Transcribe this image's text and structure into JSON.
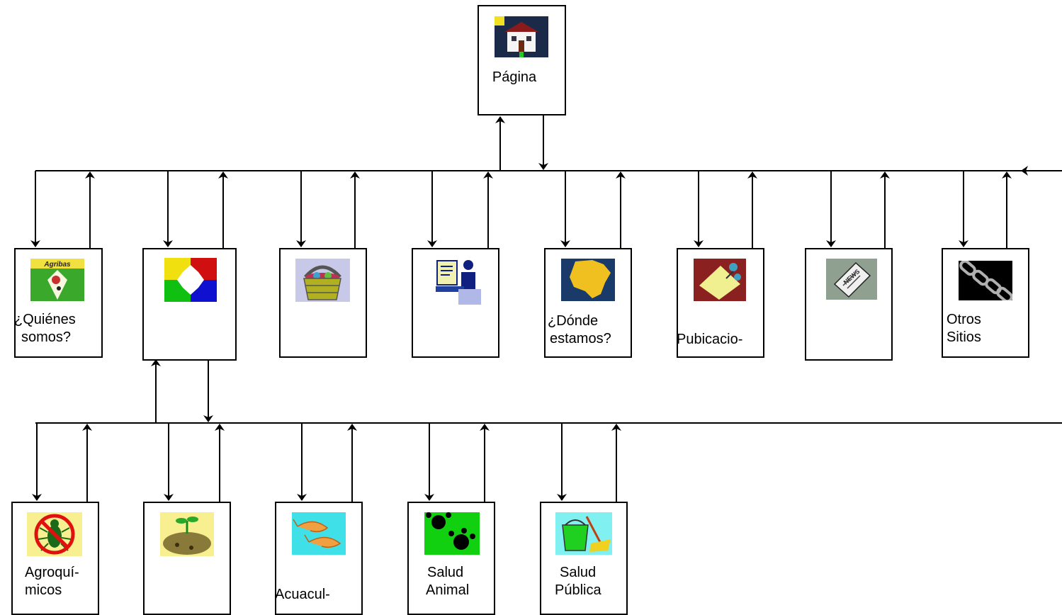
{
  "nodes": {
    "home": {
      "label": "Página",
      "icon": "house-icon"
    },
    "row1": [
      {
        "id": "quienes",
        "label_lines": [
          "¿Quiénes",
          "somos?"
        ],
        "icon": "logo-icon"
      },
      {
        "id": "areas",
        "label_lines": [],
        "icon": "puzzle-icon"
      },
      {
        "id": "productos",
        "label_lines": [],
        "icon": "basket-icon"
      },
      {
        "id": "servicios",
        "label_lines": [],
        "icon": "computer-user-icon"
      },
      {
        "id": "donde",
        "label_lines": [
          "¿Dónde",
          "estamos?"
        ],
        "icon": "map-icon"
      },
      {
        "id": "publicaciones",
        "label_lines": [
          "Pubicacio-"
        ],
        "icon": "note-pin-icon"
      },
      {
        "id": "noticias",
        "label_lines": [],
        "icon": "newspaper-icon"
      },
      {
        "id": "otros",
        "label_lines": [
          "Otros",
          "Sitios"
        ],
        "icon": "chain-link-icon"
      }
    ],
    "row2": [
      {
        "id": "agroquimicos",
        "label_lines": [
          "Agroquí-",
          "micos"
        ],
        "icon": "no-bug-icon"
      },
      {
        "id": "agricola",
        "label_lines": [],
        "icon": "potato-sprout-icon"
      },
      {
        "id": "acuacultura",
        "label_lines": [
          "Acuacul-"
        ],
        "icon": "shrimp-icon"
      },
      {
        "id": "salud_animal",
        "label_lines": [
          "Salud",
          "Animal"
        ],
        "icon": "paw-prints-icon"
      },
      {
        "id": "salud_publica",
        "label_lines": [
          "Salud",
          "Pública"
        ],
        "icon": "bucket-mop-icon"
      }
    ]
  }
}
